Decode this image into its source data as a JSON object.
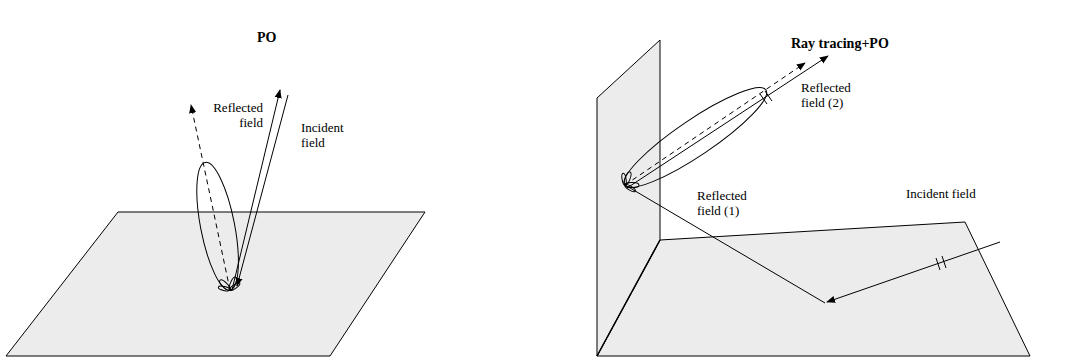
{
  "diagram": {
    "labels": [
      "PO",
      "Reflected field",
      "Incident field",
      "Ray tracing+PO",
      "Reflected field (2)",
      "Incident field",
      "Reflected field (1)"
    ]
  }
}
